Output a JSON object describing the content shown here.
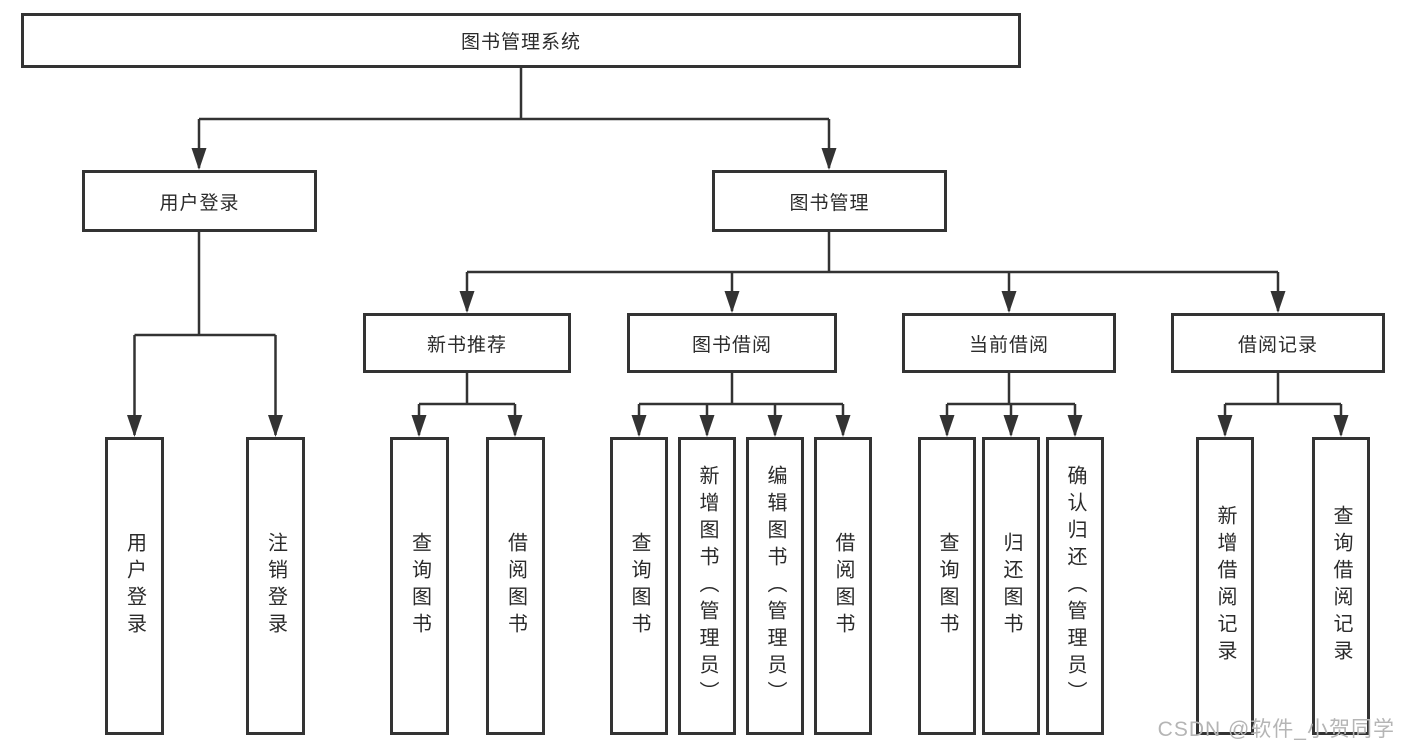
{
  "diagram": {
    "title": "图书管理系统",
    "children": [
      {
        "label": "用户登录",
        "children": [
          {
            "label": "用户登录"
          },
          {
            "label": "注销登录"
          }
        ]
      },
      {
        "label": "图书管理",
        "children": [
          {
            "label": "新书推荐",
            "children": [
              {
                "label": "查询图书"
              },
              {
                "label": "借阅图书"
              }
            ]
          },
          {
            "label": "图书借阅",
            "children": [
              {
                "label": "查询图书"
              },
              {
                "label": "新增图书（管理员）"
              },
              {
                "label": "编辑图书（管理员）"
              },
              {
                "label": "借阅图书"
              }
            ]
          },
          {
            "label": "当前借阅",
            "children": [
              {
                "label": "查询图书"
              },
              {
                "label": "归还图书"
              },
              {
                "label": "确认归还（管理员）"
              }
            ]
          },
          {
            "label": "借阅记录",
            "children": [
              {
                "label": "新增借阅记录"
              },
              {
                "label": "查询借阅记录"
              }
            ]
          }
        ]
      }
    ]
  },
  "watermark": "CSDN @软件_小贺同学",
  "colors": {
    "line": "#333333",
    "box_border": "#333333",
    "text": "#2b2b2b",
    "watermark": "#b5b5b5",
    "background": "#ffffff"
  }
}
